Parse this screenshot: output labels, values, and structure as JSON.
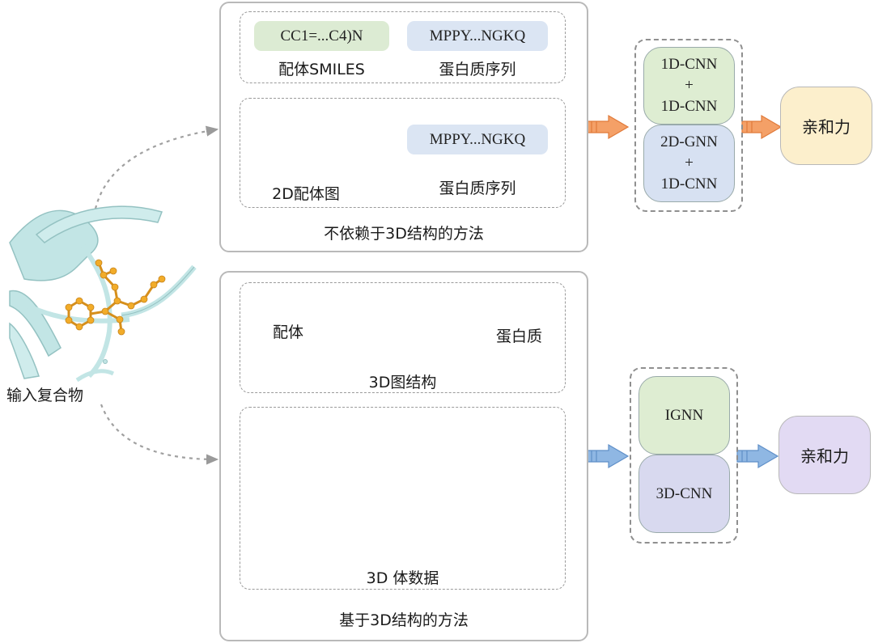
{
  "left": {
    "input_label": "输入复合物"
  },
  "top_panel": {
    "smiles_value": "CC1=...C4)N",
    "smiles_caption": "配体SMILES",
    "protein_seq_1": "MPPY...NGKQ",
    "protein_seq_caption_1": "蛋白质序列",
    "graph_caption": "2D配体图",
    "protein_seq_2": "MPPY...NGKQ",
    "protein_seq_caption_2": "蛋白质序列",
    "title": "不依赖于3D结构的方法"
  },
  "bottom_panel": {
    "ligand_label": "配体",
    "protein_label": "蛋白质",
    "graph3d_caption": "3D图结构",
    "voxel_caption": "3D 体数据",
    "title": "基于3D结构的方法"
  },
  "top_models": {
    "model1_line1": "1D-CNN",
    "model1_plus": "+",
    "model1_line2": "1D-CNN",
    "model2_line1": "2D-GNN",
    "model2_plus": "+",
    "model2_line2": "1D-CNN"
  },
  "bottom_models": {
    "model1": "IGNN",
    "model2": "3D-CNN"
  },
  "outputs": {
    "top": "亲和力",
    "bottom": "亲和力"
  },
  "colors": {
    "smiles_bg": "#dcebd3",
    "protein_bg": "#dbe5f3",
    "orange_node": "#e0936a",
    "blue_node": "#8cb6e0",
    "orange_arrow": "#f4a067",
    "blue_arrow": "#8fb7e3",
    "green_model": "#deedd2",
    "blue_model": "#d7e1f2",
    "purple_model": "#d8d9ef",
    "affinity_top": "#fcefcc",
    "affinity_bottom": "#e2daf3",
    "ligand_gold": "#f2a81e",
    "protein_cyan": "#bfe4e4"
  }
}
